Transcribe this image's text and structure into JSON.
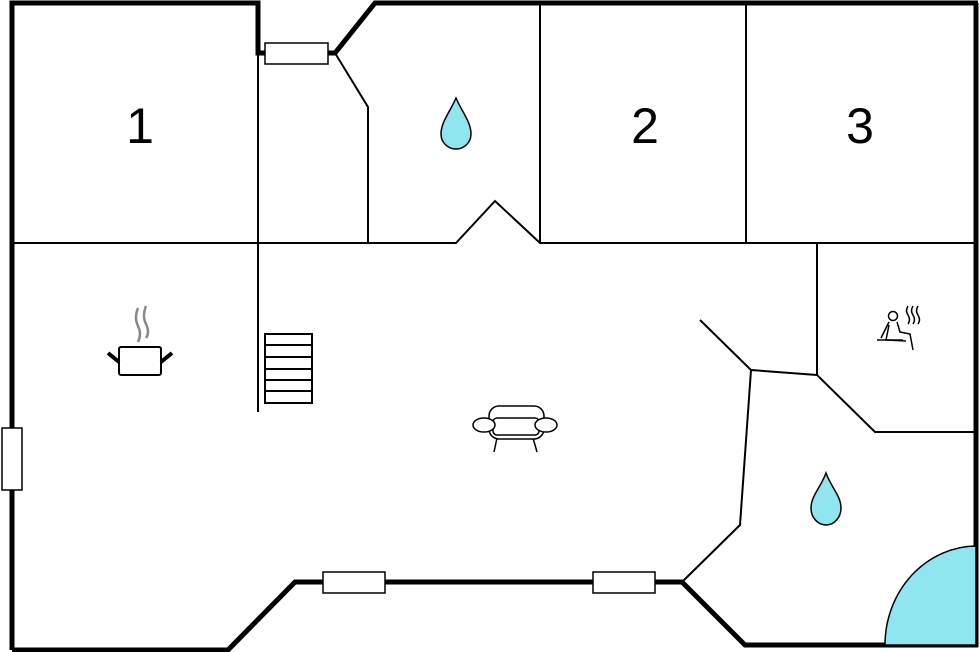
{
  "rooms": [
    {
      "label": "1"
    },
    {
      "label": "2"
    },
    {
      "label": "3"
    }
  ],
  "colors": {
    "water": "#8fe6ee",
    "walls": "#000000"
  },
  "icons": [
    "water-drop-icon",
    "water-drop-icon",
    "cooking-pot-icon",
    "stairs-icon",
    "sofa-icon",
    "sauna-icon",
    "shower-quarter-circle"
  ]
}
